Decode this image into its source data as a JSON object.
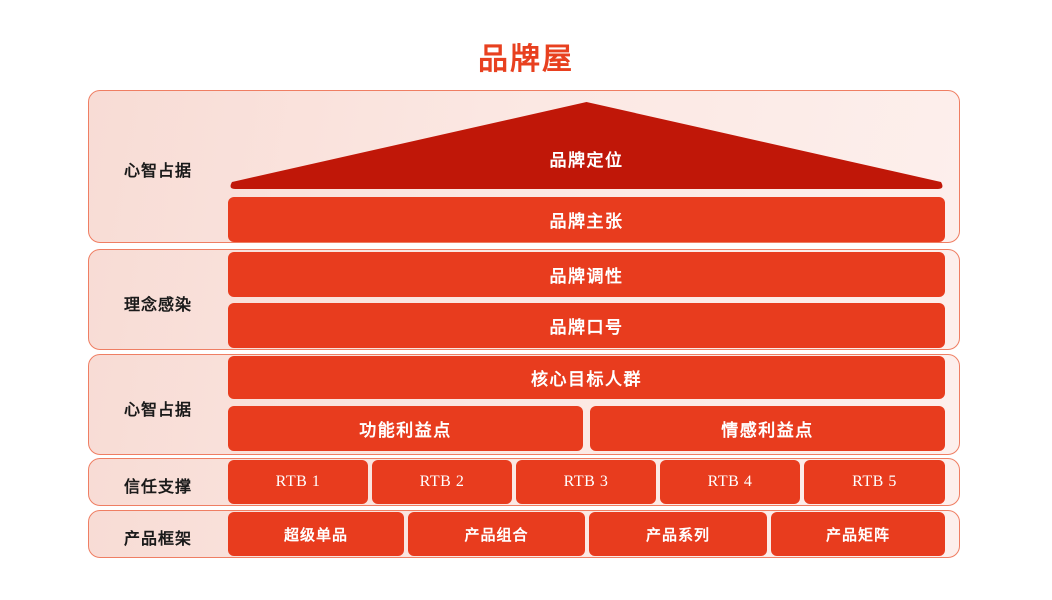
{
  "title": "品牌屋",
  "colors": {
    "title": "#e8401f",
    "bar": "#e83c1e",
    "roof": "#c01708",
    "panel_light": "#fdefec",
    "panel_dark": "#f8dcd5",
    "panel_border": "#ef7e63",
    "bar_text": "#ffffff",
    "label_text": "#1a1a1a"
  },
  "sections": [
    {
      "label": "心智占据",
      "rows": [
        {
          "type": "roof",
          "cells": [
            {
              "text": "品牌定位"
            }
          ]
        },
        {
          "type": "bar",
          "cells": [
            {
              "text": "品牌主张"
            }
          ]
        }
      ]
    },
    {
      "label": "理念感染",
      "rows": [
        {
          "type": "bar",
          "cells": [
            {
              "text": "品牌调性"
            }
          ]
        },
        {
          "type": "bar",
          "cells": [
            {
              "text": "品牌口号"
            }
          ]
        }
      ]
    },
    {
      "label": "心智占据",
      "rows": [
        {
          "type": "bar",
          "cells": [
            {
              "text": "核心目标人群"
            }
          ]
        },
        {
          "type": "bar",
          "cells": [
            {
              "text": "功能利益点"
            },
            {
              "text": "情感利益点"
            }
          ]
        }
      ]
    },
    {
      "label": "信任支撑",
      "rows": [
        {
          "type": "bar",
          "cells": [
            {
              "text": "RTB 1"
            },
            {
              "text": "RTB 2"
            },
            {
              "text": "RTB 3"
            },
            {
              "text": "RTB 4"
            },
            {
              "text": "RTB 5"
            }
          ]
        }
      ]
    },
    {
      "label": "产品框架",
      "rows": [
        {
          "type": "bar",
          "cells": [
            {
              "text": "超级单品"
            },
            {
              "text": "产品组合"
            },
            {
              "text": "产品系列"
            },
            {
              "text": "产品矩阵"
            }
          ]
        }
      ]
    }
  ]
}
